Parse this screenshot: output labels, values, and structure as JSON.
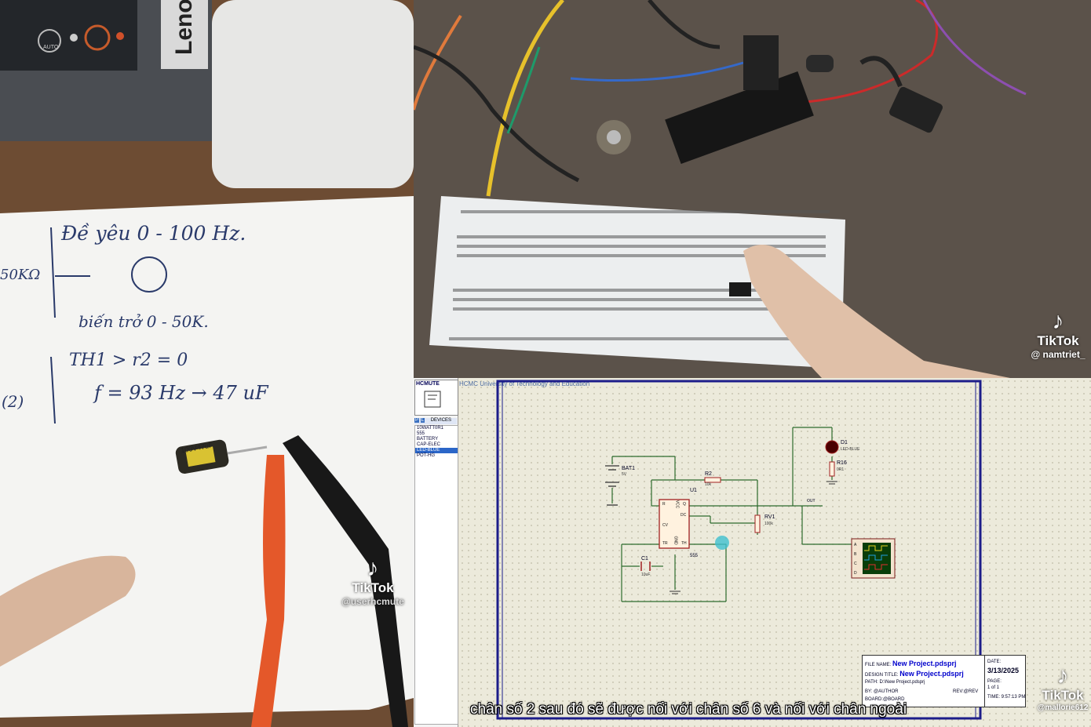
{
  "left_panel": {
    "laptop_brand": "Leno",
    "auto_label": "AUTO",
    "notes": [
      "Đề yêu 0 - 100 Hz.",
      "50KΩ",
      "biến trở 0 - 50K.",
      "TH1 > r2 = 0",
      "(2)",
      "f = 93 Hz → 47 uF"
    ],
    "capacitor_label": "100V47uF",
    "watermark": {
      "brand": "TikTok",
      "user": "@userhcmute"
    }
  },
  "top_right_panel": {
    "watermark": {
      "brand": "TikTok",
      "user": "@ namtriet_"
    }
  },
  "bottom_right_panel": {
    "sidebar": {
      "header": "HCMUTE",
      "device_tabs": [
        "P",
        "L"
      ],
      "devices_label": "DEVICES",
      "devices": [
        "10WATT0R1",
        "555",
        "BATTERY",
        "CAP-ELEC",
        "LED-BLUE",
        "POT-HG"
      ],
      "selected_index": 4
    },
    "sheet_header": "HCMC University of Technology and Education",
    "components": {
      "bat1": {
        "name": "BAT1",
        "value": "5V"
      },
      "u1": {
        "name": "U1",
        "part": "555"
      },
      "r2": {
        "name": "R2",
        "value": "10k"
      },
      "rv1": {
        "name": "RV1",
        "value": "100k"
      },
      "c1": {
        "name": "C1",
        "value": "10uF"
      },
      "d1": {
        "name": "D1",
        "value": "LED-BLUE"
      },
      "r16": {
        "name": "R16",
        "value": "0R1"
      },
      "out_label": "OUT",
      "pins": {
        "r": "R",
        "vcc": "VCC",
        "q": "Q",
        "dc": "DC",
        "cv": "CV",
        "tr": "TR",
        "gnd": "GND",
        "th": "TH"
      },
      "scope_channels": [
        "A",
        "B",
        "C",
        "D"
      ]
    },
    "title_block": {
      "file_name_label": "FILE NAME:",
      "file_name": "New Project.pdsprj",
      "design_title_label": "DESIGN TITLE:",
      "design_title": "New Project.pdsprj",
      "path_label": "PATH:",
      "path": "D:\\New Project.pdsprj",
      "by_label": "BY:",
      "by": "@AUTHOR",
      "rev_label": "REV:",
      "rev": "@REV",
      "board_label": "BOARD:",
      "board": "@BOARD",
      "date_label": "DATE:",
      "date": "3/13/2025",
      "page_label": "PAGE:",
      "page": "1   of   1",
      "time_label": "TIME:",
      "time": "9:57:13 PM"
    },
    "subtitle": "chân số 2 sau đó sẽ được nối với chân số 6 và nối với chân ngoài",
    "watermark": {
      "brand": "TikTok",
      "user": "@mallorie612"
    }
  },
  "colors": {
    "schematic_wire": "#1f6b1f",
    "component_body": "#c0392b",
    "ic_fill": "#fff5e6",
    "tiktok_white": "#ffffff"
  }
}
